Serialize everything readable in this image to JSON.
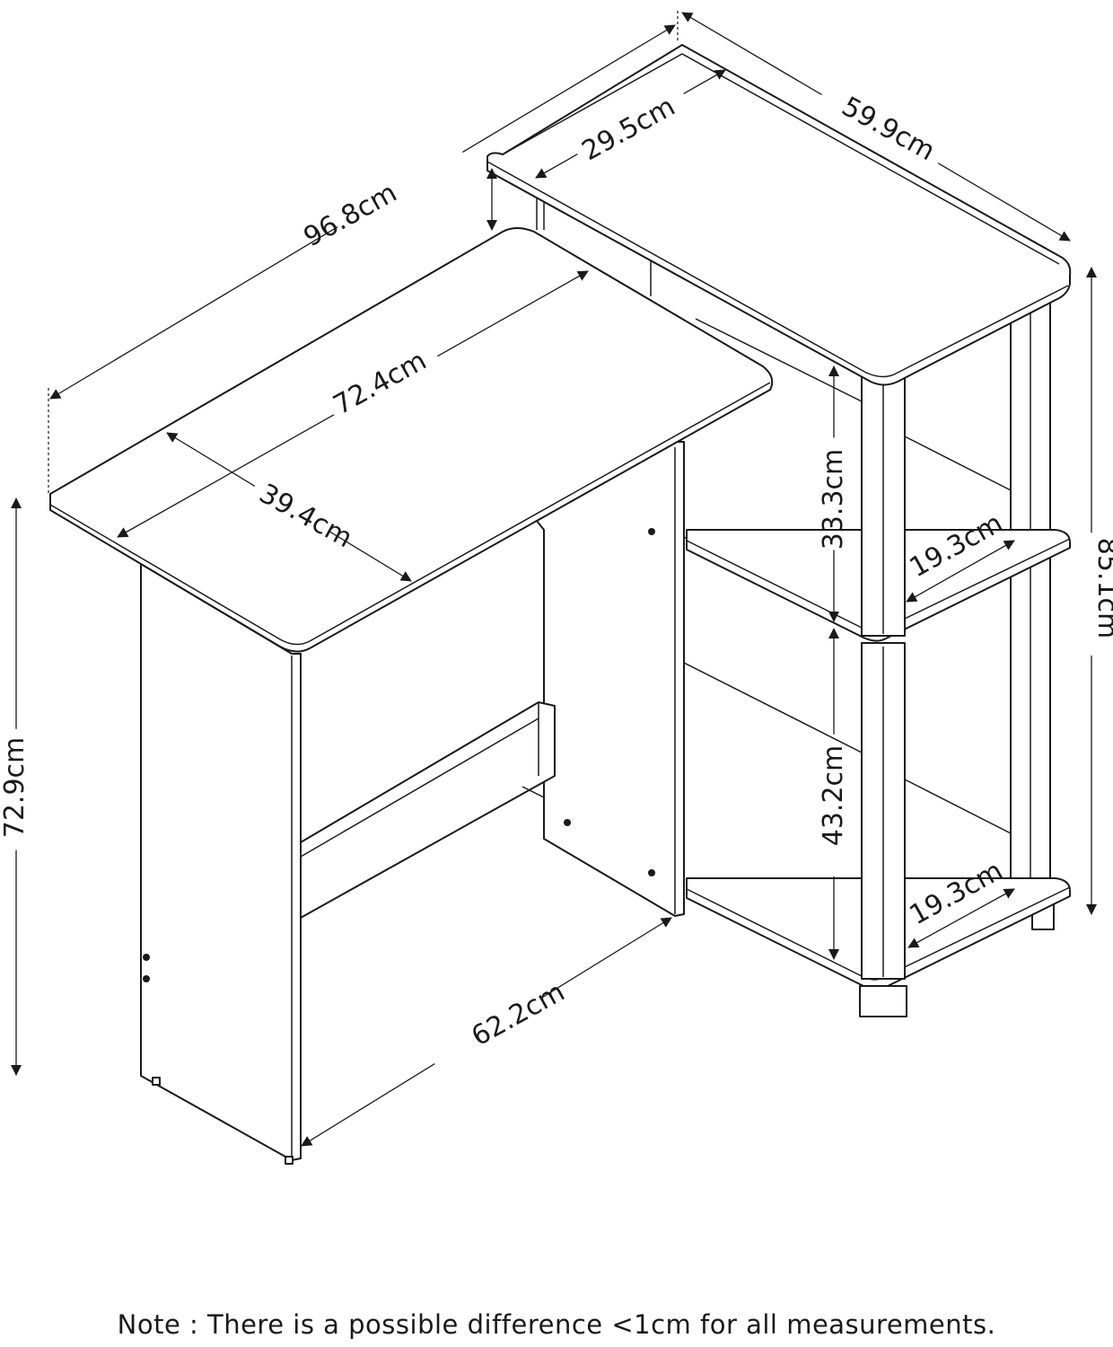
{
  "dimensions": {
    "overall_width": "96.8cm",
    "shelf_depth": "59.9cm",
    "shelf_top_width": "29.5cm",
    "desk_length": "72.4cm",
    "desk_depth": "39.4cm",
    "desk_height": "72.9cm",
    "upper_shelf_gap": "33.3cm",
    "lower_shelf_gap": "43.2cm",
    "upper_shelf_depth": "19.3cm",
    "lower_shelf_depth": "19.3cm",
    "overall_height": "85.1cm",
    "leg_span": "62.2cm"
  },
  "note": "Note : There is a possible difference <1cm for all measurements."
}
